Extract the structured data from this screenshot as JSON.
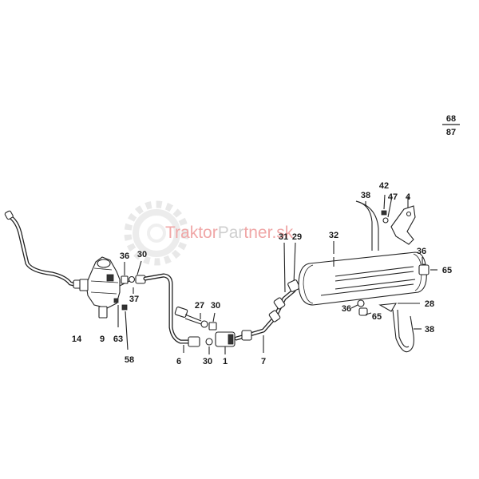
{
  "page_number": {
    "top": "68",
    "bottom": "87"
  },
  "watermark": {
    "part_a": "Traktor",
    "part_b": "Par",
    "part_c": "tner.sk"
  },
  "labels": {
    "p1": "1",
    "p4": "4",
    "p6": "6",
    "p7": "7",
    "p9": "9",
    "p14": "14",
    "p27": "27",
    "p28": "28",
    "p29": "29",
    "p30a": "30",
    "p30b": "30",
    "p30c": "30",
    "p31": "31",
    "p32": "32",
    "p36a": "36",
    "p36b": "36",
    "p36c": "36",
    "p37": "37",
    "p38a": "38",
    "p38b": "38",
    "p42": "42",
    "p47": "47",
    "p58": "58",
    "p63": "63",
    "p65a": "65",
    "p65b": "65"
  }
}
